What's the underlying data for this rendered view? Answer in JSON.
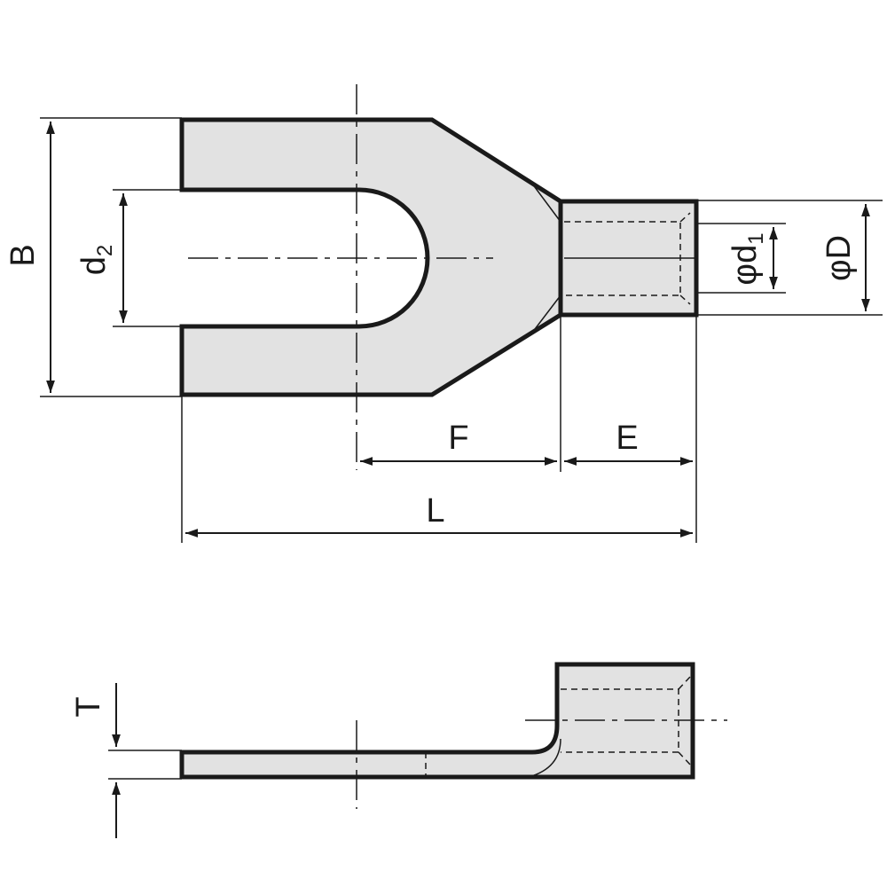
{
  "labels": {
    "B": "B",
    "d2_main": "d",
    "d2_sub": "2",
    "phi_d1_main": "φd",
    "phi_d1_sub": "1",
    "phi_D": "φD",
    "F": "F",
    "E": "E",
    "L": "L",
    "T": "T"
  },
  "colors": {
    "fill": "#e2e2e2",
    "line": "#1a1a1a",
    "background": "#ffffff"
  }
}
